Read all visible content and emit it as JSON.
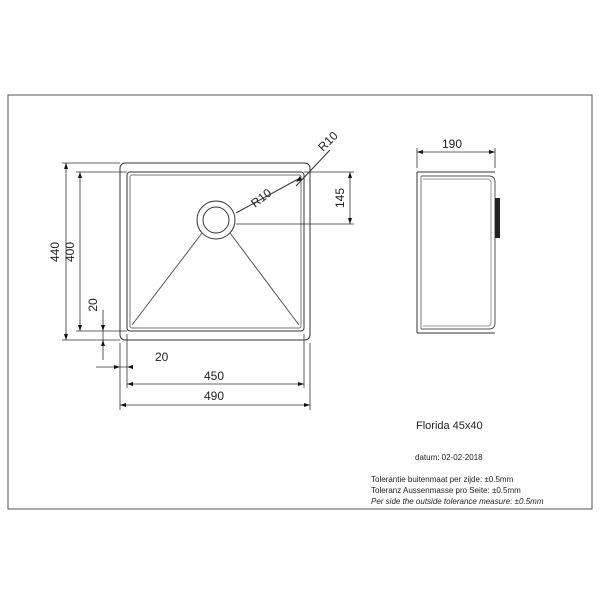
{
  "drawing": {
    "product_title": "Florida 45x40",
    "date_line": "datum: 02-02-2018",
    "tolerance_nl": "Tolerantie buitenmaat per zijde: ±0.5mm",
    "tolerance_de": "Toleranz Aussenmasse pro Seite: ±0.5mm",
    "tolerance_en": "Per side the outside tolerance measure: ±0.5mm",
    "dimensions": {
      "outer_width": "490",
      "inner_width": "450",
      "rim_left": "20",
      "outer_height": "440",
      "inner_height": "400",
      "rim_bottom": "20",
      "corner_radius_outer": "R10",
      "corner_radius_inner": "R10",
      "drain_offset": "145",
      "depth": "190"
    }
  }
}
